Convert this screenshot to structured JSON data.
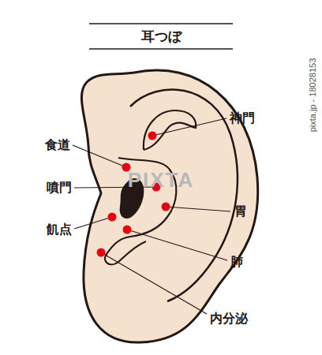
{
  "diagram": {
    "title": "耳つぼ",
    "labels": [
      "神門",
      "食道",
      "噴門",
      "飢点",
      "胃",
      "肺",
      "内分泌",
      "PIXTA",
      "pixta.jp - 18028153"
    ]
  }
}
